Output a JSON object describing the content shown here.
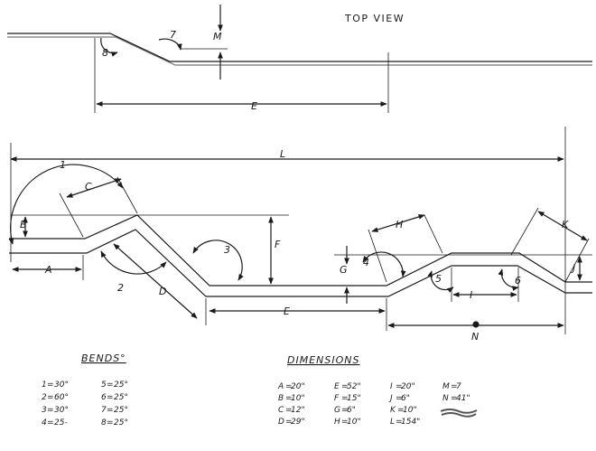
{
  "title": "TOP VIEW",
  "bends_heading": "BENDS°",
  "dimensions_heading": "DIMENSIONS",
  "top_labels": {
    "bend7": "7",
    "bend8": "8",
    "m": "M",
    "e": "E"
  },
  "side_labels": {
    "L": "L",
    "bend1": "1",
    "C": "C",
    "B": "B",
    "A": "A",
    "bend2": "2",
    "D": "D",
    "bend3": "3",
    "F": "F",
    "E": "E",
    "G": "G",
    "bend4": "4",
    "H": "H",
    "bend5": "5",
    "I": "I",
    "bend6": "6",
    "K": "K",
    "J": "J",
    "N": "N"
  },
  "bends": [
    {
      "num": "1",
      "value": "30°"
    },
    {
      "num": "2",
      "value": "60°"
    },
    {
      "num": "3",
      "value": "30°"
    },
    {
      "num": "4",
      "value": "25-"
    },
    {
      "num": "5",
      "value": "25°"
    },
    {
      "num": "6",
      "value": "25°"
    },
    {
      "num": "7",
      "value": "25°"
    },
    {
      "num": "8",
      "value": "25°"
    }
  ],
  "dimensions": [
    {
      "key": "A",
      "value": "20\""
    },
    {
      "key": "B",
      "value": "10\""
    },
    {
      "key": "C",
      "value": "12\""
    },
    {
      "key": "D",
      "value": "29\""
    },
    {
      "key": "E",
      "value": "52\""
    },
    {
      "key": "F",
      "value": "15\""
    },
    {
      "key": "G",
      "value": "6\""
    },
    {
      "key": "H",
      "value": "10\""
    },
    {
      "key": "I",
      "value": "20\""
    },
    {
      "key": "J",
      "value": "6\""
    },
    {
      "key": "K",
      "value": "10\""
    },
    {
      "key": "L",
      "value": "154\""
    },
    {
      "key": "M",
      "value": "7"
    },
    {
      "key": "N",
      "value": "41\""
    }
  ]
}
